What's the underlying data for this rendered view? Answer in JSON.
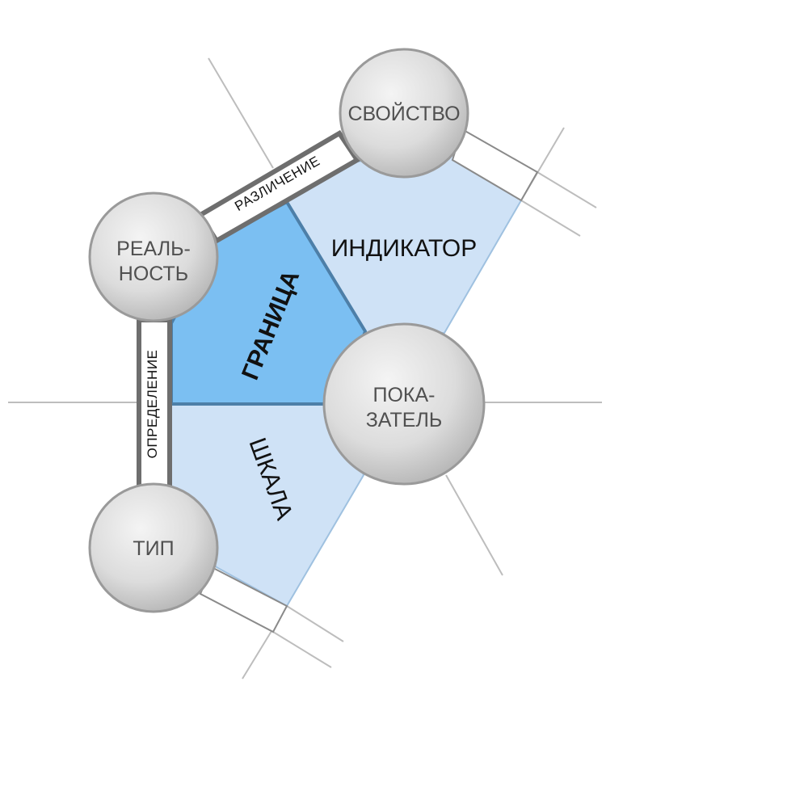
{
  "nodes": {
    "svoistvo": {
      "label": "СВОЙСТВО"
    },
    "realnost": {
      "line1": "РЕАЛЬ-",
      "line2": "НОСТЬ"
    },
    "pokazatel": {
      "line1": "ПОКА-",
      "line2": "ЗАТЕЛЬ"
    },
    "tip": {
      "label": "ТИП"
    }
  },
  "regions": {
    "indikator": {
      "label": "ИНДИКАТОР"
    },
    "granitsa": {
      "label": "ГРАНИЦА"
    },
    "shkala": {
      "label": "ШКАЛА"
    }
  },
  "edges": {
    "razlichenie": {
      "label": "РАЗЛИЧЕНИЕ"
    },
    "opredelenie": {
      "label": "ОПРЕДЕЛЕНИЕ"
    }
  },
  "colors": {
    "region_light": "#cfe2f6",
    "region_dark": "#7bbff2",
    "region_stroke": "#4d7fa8",
    "edge_band": "#6e6e6e",
    "thin_line": "#bdbdbd"
  }
}
